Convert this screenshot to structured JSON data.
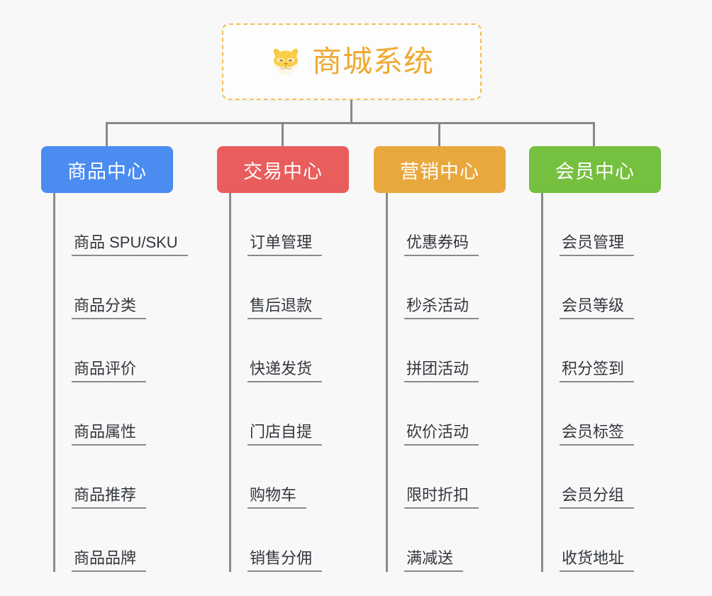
{
  "background_color": "#f8f8f8",
  "root": {
    "title": "商城系统",
    "icon": "shiba-dog-face-icon",
    "text_color": "#eeaa33",
    "border_color": "#f3c05a"
  },
  "connector_color": "#888888",
  "columns": [
    {
      "title": "商品中心",
      "color": "#4a8cf0",
      "items": [
        "商品 SPU/SKU",
        "商品分类",
        "商品评价",
        "商品属性",
        "商品推荐",
        "商品品牌"
      ]
    },
    {
      "title": "交易中心",
      "color": "#e95d5c",
      "items": [
        "订单管理",
        "售后退款",
        "快递发货",
        "门店自提",
        "购物车",
        "销售分佣"
      ]
    },
    {
      "title": "营销中心",
      "color": "#e9a83e",
      "items": [
        "优惠券码",
        "秒杀活动",
        "拼团活动",
        "砍价活动",
        "限时折扣",
        "满减送"
      ]
    },
    {
      "title": "会员中心",
      "color": "#75c03f",
      "items": [
        "会员管理",
        "会员等级",
        "积分签到",
        "会员标签",
        "会员分组",
        "收货地址"
      ]
    }
  ]
}
